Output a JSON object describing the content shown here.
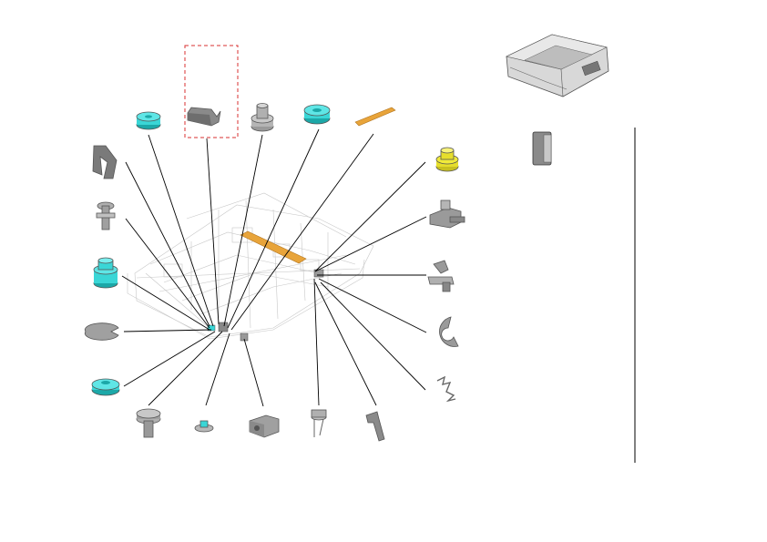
{
  "diagram": {
    "kind": "exploded-parts-view",
    "colors": {
      "standard_part": "#c8c8c8",
      "highlight_cyan": "#3ad6d6",
      "highlight_yellow": "#f0ea3a",
      "highlight_orange": "#e8a43a",
      "leader": "#000000",
      "callout_box": "#d83030",
      "divider": "#000000"
    },
    "parts": [
      {
        "name": "cyan-gear-small",
        "color": "cyan"
      },
      {
        "name": "gray-bracket-in-callout",
        "color": "gray"
      },
      {
        "name": "gray-pin-cylinder",
        "color": "gray"
      },
      {
        "name": "cyan-pulley",
        "color": "cyan"
      },
      {
        "name": "orange-strip",
        "color": "orange"
      },
      {
        "name": "yellow-bushing",
        "color": "yellow"
      },
      {
        "name": "gray-hook-lever",
        "color": "gray"
      },
      {
        "name": "gray-shoulder-screw",
        "color": "gray"
      },
      {
        "name": "cyan-bushing",
        "color": "cyan"
      },
      {
        "name": "gray-e-ring",
        "color": "gray"
      },
      {
        "name": "cyan-gear-flat",
        "color": "cyan"
      },
      {
        "name": "gray-hex-screw",
        "color": "gray"
      },
      {
        "name": "gray-cap-small",
        "color": "gray"
      },
      {
        "name": "gray-clamp-block",
        "color": "gray"
      },
      {
        "name": "gray-torsion-spring",
        "color": "gray"
      },
      {
        "name": "gray-lever-arm",
        "color": "gray"
      },
      {
        "name": "gray-slide-bracket",
        "color": "gray"
      },
      {
        "name": "gray-shaft-lever",
        "color": "gray"
      },
      {
        "name": "gray-c-clip",
        "color": "gray"
      },
      {
        "name": "gray-wire-spring",
        "color": "gray"
      },
      {
        "name": "adf-unit-thumbnail",
        "color": "gray"
      },
      {
        "name": "small-gray-block",
        "color": "gray"
      }
    ]
  }
}
